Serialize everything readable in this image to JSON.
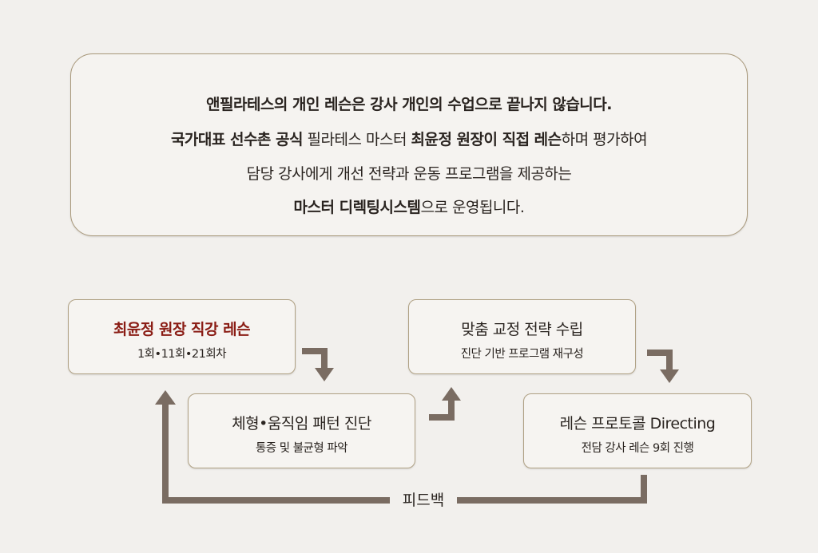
{
  "intro": {
    "line1": "앤필라테스의 개인 레슨은 강사 개인의 수업으로 끝나지 않습니다.",
    "line2_bold1": "국가대표 선수촌 공식",
    "line2_text1": " 필라테스 마스터 ",
    "line2_bold2": "최윤정 원장이 직접 레슨",
    "line2_text2": "하며 평가하여",
    "line3": "담당 강사에게 개선 전략과 운동 프로그램을 제공하는",
    "line4_bold": "마스터 디렉팅시스템",
    "line4_text": "으로 운영됩니다."
  },
  "steps": [
    {
      "title": "최윤정 원장 직강 레슨",
      "subtitle": "1회•11회•21회차"
    },
    {
      "title": "체형•움직임 패턴 진단",
      "subtitle": "통증 및 불균형 파악"
    },
    {
      "title": "맞춤 교정 전략 수립",
      "subtitle": "진단 기반 프로그램 재구성"
    },
    {
      "title": "레슨 프로토콜 Directing",
      "subtitle": "전담 강사 레슨 9회 진행"
    }
  ],
  "feedback_label": "피드백",
  "colors": {
    "arrow": "#7a6c62",
    "accent": "#8a1c14",
    "border": "#a8987a"
  }
}
